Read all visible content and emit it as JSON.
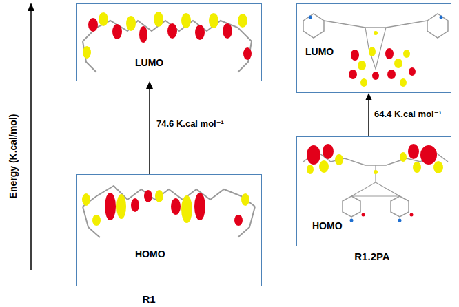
{
  "diagram": {
    "nodes": [
      {
        "text": [
          "LUMO"
        ]
      },
      {
        "text": [
          "LUMO"
        ]
      },
      {
        "text": [
          "HOMO"
        ]
      },
      {
        "text": [
          "HOMO"
        ]
      }
    ],
    "edges": [
      {
        "from": 3,
        "to": 0,
        "label": "74.6 K.cal mol⁻¹",
        "arrow": "to"
      },
      {
        "from": 2,
        "to": 1,
        "label": "64.4 K.cal mol⁻¹",
        "arrow": "to"
      }
    ],
    "labels": [
      "Energy (K.cal/mol)",
      "R1",
      "R1.2PA"
    ]
  }
}
